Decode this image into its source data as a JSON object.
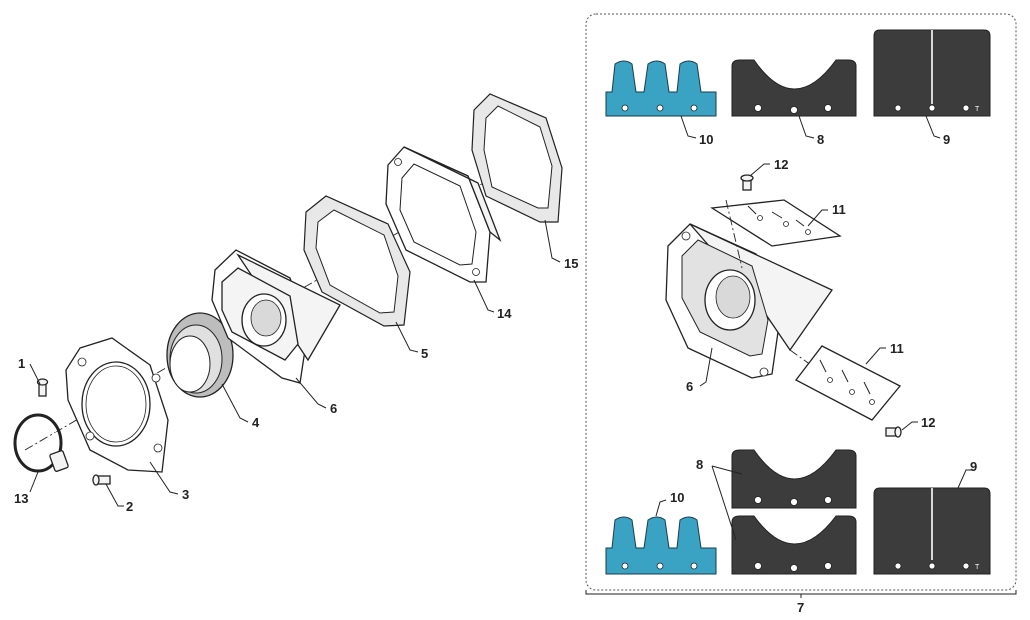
{
  "colors": {
    "reed_petal_blue": "#3aa3c4",
    "reed_plate_dark": "#3c3c3c",
    "line": "#222222",
    "background": "#ffffff"
  },
  "labels": {
    "p1": "1",
    "p2": "2",
    "p3": "3",
    "p4": "4",
    "p5": "5",
    "p6": "6",
    "p13": "13",
    "p14": "14",
    "p15": "15",
    "kit": "7",
    "kit_10_top": "10",
    "kit_8_top": "8",
    "kit_9_top": "9",
    "kit_12_top": "12",
    "kit_11_top": "11",
    "kit_6": "6",
    "kit_11_bottom": "11",
    "kit_12_bottom": "12",
    "kit_8_bottom": "8",
    "kit_9_bottom": "9",
    "kit_10_bottom": "10",
    "plate_mark_top": "T",
    "plate_mark_bottom": "T"
  }
}
